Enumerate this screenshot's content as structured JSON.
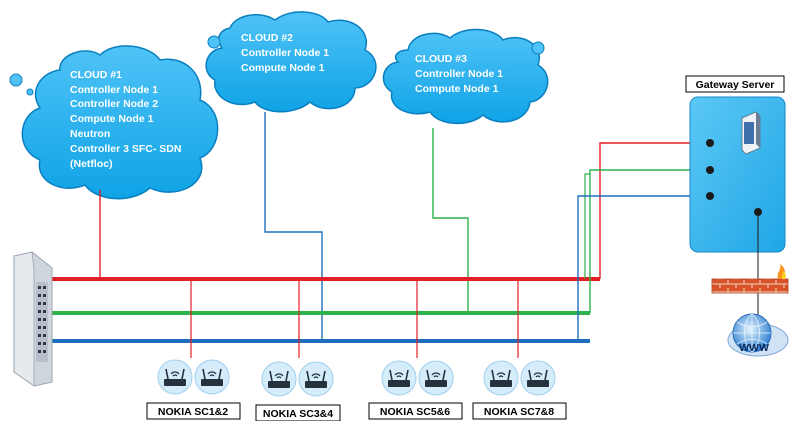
{
  "clouds": [
    {
      "title": "CLOUD #1",
      "lines": [
        "Controller  Node 1",
        "Controller  Node 2",
        "Compute Node 1",
        "Neutron",
        "Controller 3 SFC- SDN",
        "(Netfloc)"
      ]
    },
    {
      "title": "CLOUD #2",
      "lines": [
        "Controller  Node 1",
        "Compute Node 1"
      ]
    },
    {
      "title": "CLOUD #3",
      "lines": [
        "Controller  Node 1",
        "Compute Node 1"
      ]
    }
  ],
  "gateway": {
    "label": "Gateway Server"
  },
  "globe": {
    "label": "WWW"
  },
  "sites": [
    {
      "label": "NOKIA SC1&2"
    },
    {
      "label": "NOKIA SC3&4"
    },
    {
      "label": "NOKIA SC5&6"
    },
    {
      "label": "NOKIA SC7&8"
    }
  ],
  "colors": {
    "red": "#e31e24",
    "green": "#2db24b",
    "blue": "#1f6fbf",
    "cloud": "#29b6f6",
    "gateway": "#33b8f0"
  }
}
